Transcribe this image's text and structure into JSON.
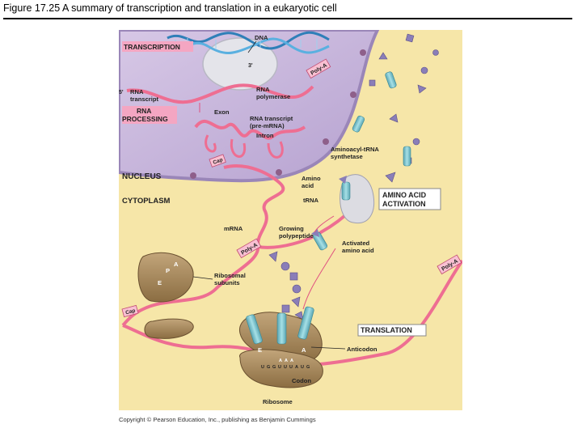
{
  "figure": {
    "title": "Figure 17.25 A summary of transcription and translation in a eukaryotic cell",
    "copyright": "Copyright © Pearson Education, Inc., publishing as Benjamin Cummings"
  },
  "diagram": {
    "headers": {
      "transcription": "TRANSCRIPTION",
      "rna_processing_1": "RNA",
      "rna_processing_2": "PROCESSING",
      "nucleus": "NUCLEUS",
      "cytoplasm": "CYTOPLASM",
      "amino_acid_activation_1": "AMINO ACID",
      "amino_acid_activation_2": "ACTIVATION",
      "translation": "TRANSLATION"
    },
    "labels": {
      "dna": "DNA",
      "three_prime": "3'",
      "five_prime": "5'",
      "rna_transcript_1": "RNA",
      "rna_transcript_2": "transcript",
      "rna_polymerase_1": "RNA",
      "rna_polymerase_2": "polymerase",
      "poly_a_top": "Poly-A",
      "exon": "Exon",
      "pre_mrna_1": "RNA transcript",
      "pre_mrna_2": "(pre-mRNA)",
      "intron": "Intron",
      "cap_top": "Cap",
      "aminoacyl_trna_synthetase_1": "Aminoacyl-tRNA",
      "aminoacyl_trna_synthetase_2": "synthetase",
      "amino_acid_1": "Amino",
      "amino_acid_2": "acid",
      "trna": "tRNA",
      "mrna": "mRNA",
      "growing_polypeptide_1": "Growing",
      "growing_polypeptide_2": "polypeptide",
      "poly_a_mid": "Poly-A",
      "activated_amino_acid_1": "Activated",
      "activated_amino_acid_2": "amino acid",
      "poly_a_right": "Poly-A",
      "ribosomal_subunits_1": "Ribosomal",
      "ribosomal_subunits_2": "subunits",
      "site_a_small": "A",
      "site_p_small": "P",
      "site_e_small": "E",
      "cap_left": "Cap",
      "site_e": "E",
      "site_a": "A",
      "anticodon": "Anticodon",
      "codon": "Codon",
      "ribosome": "Ribosome"
    },
    "anticodon_letters": [
      "A",
      "A",
      "A"
    ],
    "mrna_codon_letters": [
      "U",
      "G",
      "G",
      "U",
      "U",
      "U",
      "A",
      "U",
      "G"
    ]
  },
  "colors": {
    "cytoplasm": "#f6e6a8",
    "nucleus": "#c8b6dc",
    "rna_strand": "#ee6e92",
    "dna_strand": "#3a8ec8",
    "ribosome": "#a8895c",
    "trna": "#8ad0d8",
    "amino_acid": "#8a7eb8",
    "header_box": "#f4a6c2"
  }
}
